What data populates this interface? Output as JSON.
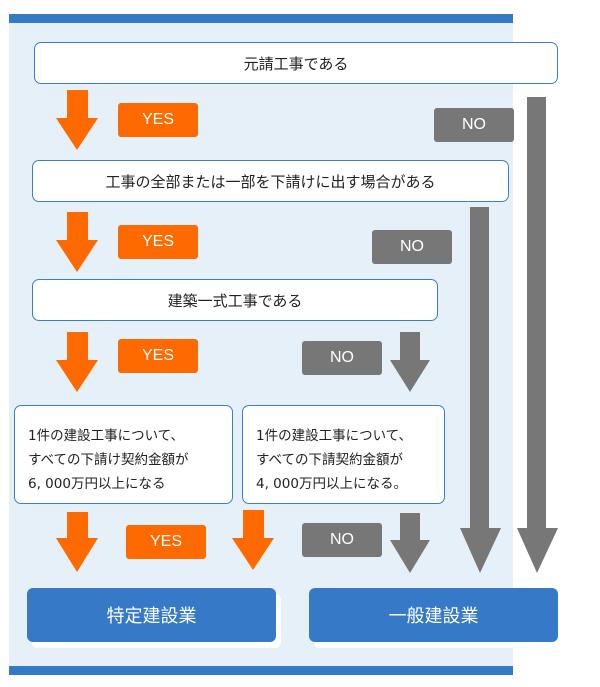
{
  "diagram": {
    "questions": {
      "q1": "元請工事である",
      "q2": "工事の全部または一部を下請けに出す場合がある",
      "q3": "建築一式工事である",
      "q4a": [
        "1件の建設工事について、",
        "すべての下請け契約金額が",
        "6, 000万円以上になる"
      ],
      "q4b": [
        "1件の建設工事について、",
        "すべての下請契約金額が",
        "4, 000万円以上になる。"
      ]
    },
    "labels": {
      "yes": "YES",
      "no": "NO"
    },
    "results": {
      "specific": "特定建設業",
      "general": "一般建設業"
    },
    "colors": {
      "accent_blue": "#367ac7",
      "yes_orange": "#ff6a00",
      "no_gray": "#777777",
      "panel_bg": "#e6f0f9"
    }
  }
}
